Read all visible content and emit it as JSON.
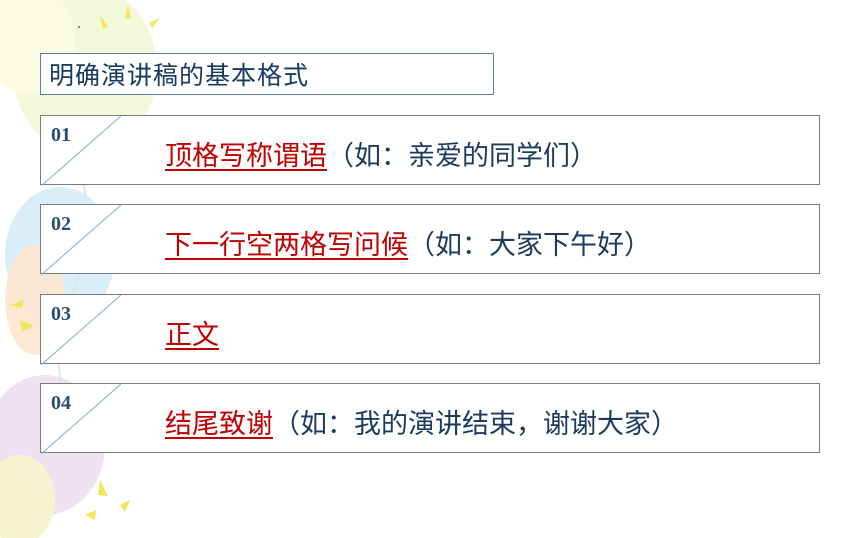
{
  "title": "明确演讲稿的基本格式",
  "items": [
    {
      "num": "01",
      "key": "顶格写称谓语",
      "note": "（如：亲爱的同学们）"
    },
    {
      "num": "02",
      "key": "下一行空两格写问候",
      "note": "（如：大家下午好）"
    },
    {
      "num": "03",
      "key": "正文",
      "note": ""
    },
    {
      "num": "04",
      "key": "结尾致谢",
      "note": "（如：我的演讲结束，谢谢大家）"
    }
  ]
}
